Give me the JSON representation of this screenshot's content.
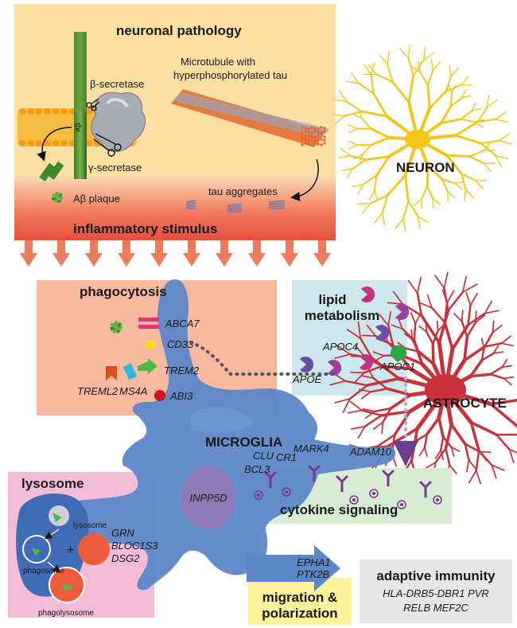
{
  "neuronal_pathology": {
    "title": "neuronal pathology",
    "beta_secretase": "β-secretase",
    "gamma_secretase": "γ-secretase",
    "abeta_rod_label": "Aβ",
    "microtubule_line1": "Microtubule with",
    "microtubule_line2": "hyperphosphorylated tau",
    "abeta_plaque": "Aβ plaque",
    "tau_aggregates": "tau aggregates",
    "inflammatory": "inflammatory stimulus"
  },
  "neuron": {
    "label": "NEURON"
  },
  "astrocyte": {
    "label": "ASTROCYTE"
  },
  "microglia": {
    "label": "MICROGLIA"
  },
  "phagocytosis": {
    "title": "phagocytosis",
    "genes": {
      "abca7": "ABCA7",
      "cd33": "CD33",
      "trem2": "TREM2",
      "treml2": "TREML2",
      "ms4a": "MS4A",
      "abi3": "ABI3"
    }
  },
  "lipid": {
    "title_line1": "lipid",
    "title_line2": "metabolism",
    "genes": {
      "apoc4": "APOC4",
      "apoe": "APOE",
      "apoc1": "APOC1"
    }
  },
  "cytokine": {
    "title": "cytokine signaling",
    "genes": {
      "clu": "CLU",
      "cr1": "CR1",
      "bcl3": "BCL3",
      "mark4": "MARK4",
      "adam10": "ADAM10"
    }
  },
  "inpp5d": {
    "label": "INPP5D"
  },
  "lysosome": {
    "title": "lysosome",
    "inner_label": "lysosome",
    "phagosome": "phagosome",
    "phagolysosome": "phagolysosome",
    "plus": "+",
    "genes": {
      "grn": "GRN",
      "bloc1s3": "BLOC1S3",
      "dsg2": "DSG2"
    }
  },
  "migration": {
    "title_line1": "migration &",
    "title_line2": "polarization",
    "genes": {
      "epha1": "EPHA1",
      "ptk2b": "PTK2B"
    }
  },
  "adaptive": {
    "title": "adaptive immunity",
    "genes_line1": "HLA-DRB5-DBR1  PVR",
    "genes_line2": "RELB  MEF2C"
  },
  "colors": {
    "neuron": "#f5c518",
    "astrocyte": "#c9313b",
    "microglia": "#5b87c8",
    "pathology_panel": "#fbdfa3",
    "phagocytosis_panel": "#f7b9a0",
    "lipid_panel": "#cde8ec",
    "cytokine_panel": "#d7ecd2",
    "lysosome_panel": "#f4bcd6",
    "migration_panel": "#fbf29a",
    "adaptive_panel": "#e6e6e6"
  }
}
